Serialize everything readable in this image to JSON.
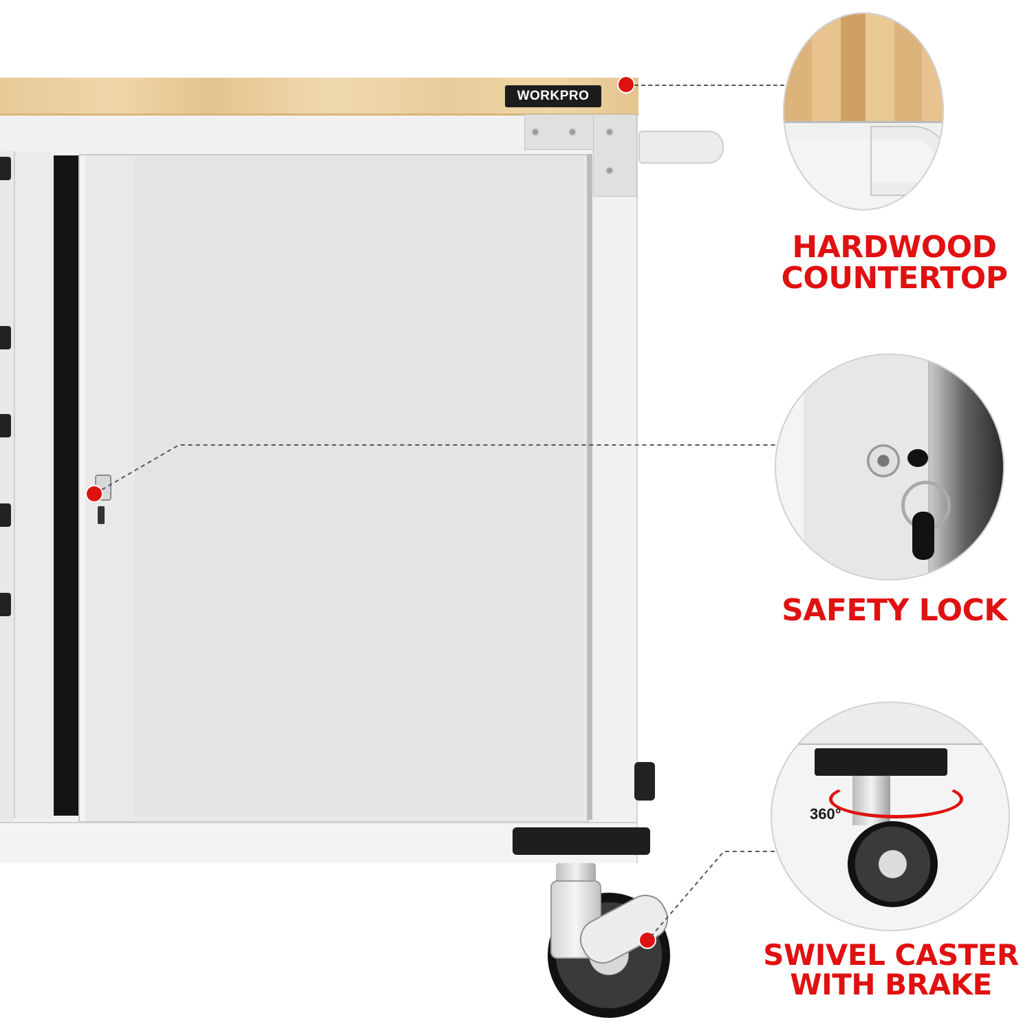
{
  "brand": {
    "name": "WORKPRO"
  },
  "callouts": [
    {
      "line1": "HARDWOOD",
      "line2": "COUNTERTOP"
    },
    {
      "line1": "SAFETY LOCK",
      "line2": ""
    },
    {
      "line1": "SWIVEL CASTER",
      "line2": "WITH BRAKE"
    }
  ],
  "swivel_detail": {
    "degrees": "360°"
  },
  "colors": {
    "accent": "#e01111",
    "wood": "#e8cd9c",
    "cabinet": "#f1f1f1",
    "dark": "#141414"
  },
  "icons": {
    "marker": "red-dot-marker"
  }
}
